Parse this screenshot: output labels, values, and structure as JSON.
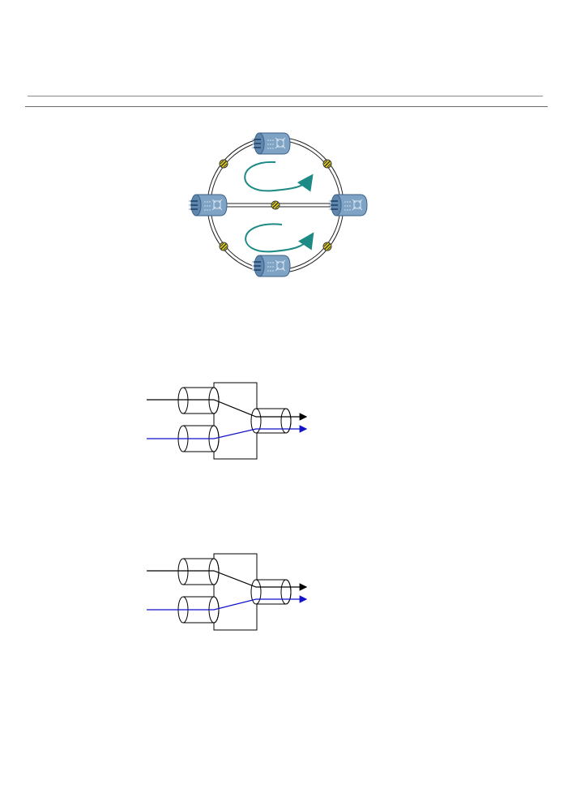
{
  "colors": {
    "node_body": "#7fa3c5",
    "node_face": "#5f86ad",
    "node_outline": "#3e6288",
    "node_pin": "#c9d8e8",
    "fiber": "#222222",
    "splice": "#e5d21a",
    "direction_arrow": "#1e8a85",
    "signal_primary": "#000000",
    "signal_secondary": "#1212c8"
  },
  "icons": {
    "network_node": "optical-node-icon",
    "splice_point": "fiber-splice-icon",
    "flow_arrow": "curved-arrow-icon"
  },
  "ring": {
    "nodes": [
      "top",
      "left",
      "right",
      "bottom"
    ],
    "splices": [
      "top-left",
      "top-right",
      "center",
      "bottom-left",
      "bottom-right"
    ],
    "loops": [
      "upper",
      "lower"
    ]
  },
  "merges": [
    {
      "inputs": [
        "primary",
        "secondary"
      ],
      "outputs": [
        "primary",
        "secondary"
      ]
    },
    {
      "inputs": [
        "primary",
        "secondary"
      ],
      "outputs": [
        "primary",
        "secondary"
      ]
    }
  ]
}
